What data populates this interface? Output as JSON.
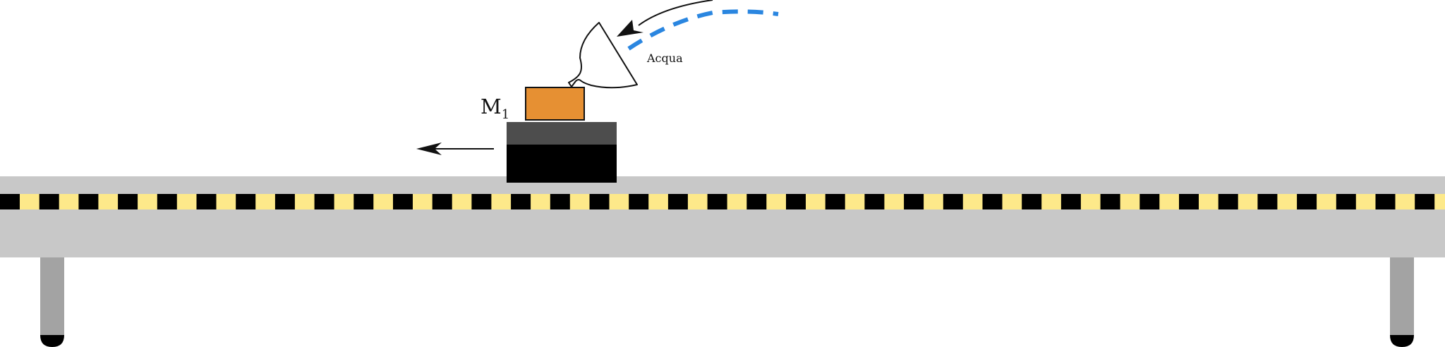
{
  "labels": {
    "mass_main": "M",
    "mass_sub": "1",
    "water": "Acqua"
  },
  "colors": {
    "background": "#ffffff",
    "track_body": "#c8c8c8",
    "stripe_black": "#000000",
    "stripe_yellow": "#fde98a",
    "cart_top": "#4d4d4d",
    "cart_body": "#000000",
    "mass_block": "#e69033",
    "water_stream": "#2a86e0",
    "leg": "#a3a3a3",
    "foot": "#000000",
    "outline": "#111111"
  },
  "icons": {
    "motion": "arrow-left-icon",
    "pour": "curved-arrow-icon",
    "vessel": "pitcher-icon"
  }
}
